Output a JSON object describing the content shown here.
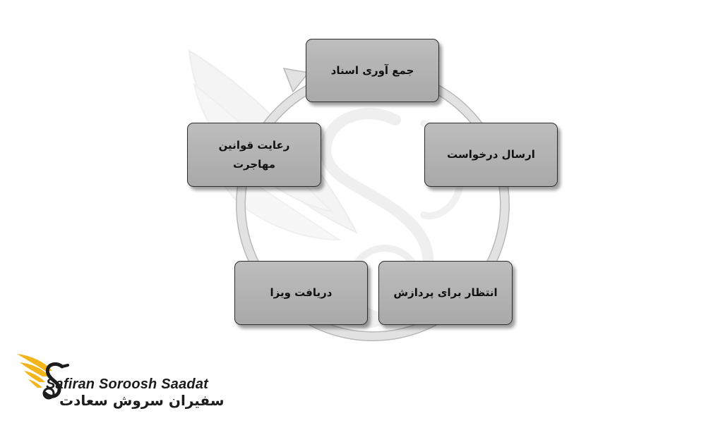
{
  "diagram": {
    "steps": [
      {
        "label": "جمع آوری اسناد"
      },
      {
        "label": "ارسال درخواست"
      },
      {
        "label": "انتظار برای پردازش"
      },
      {
        "label": "دریافت ویزا"
      },
      {
        "label_line1": "رعایت قوانین",
        "label_line2": "مهاجرت"
      }
    ]
  },
  "logo": {
    "name_latin": "Safiran Soroosh Saadat",
    "name_persian": "سفیران سروش سعادت",
    "colors": {
      "wing": "#f2b51c",
      "text": "#1c1c1c"
    }
  },
  "colors": {
    "box_fill": "#b3b3b3",
    "box_border": "#2b2b2b",
    "cycle_ring": "#d7d7d7",
    "watermark": "#e6e6e6"
  }
}
